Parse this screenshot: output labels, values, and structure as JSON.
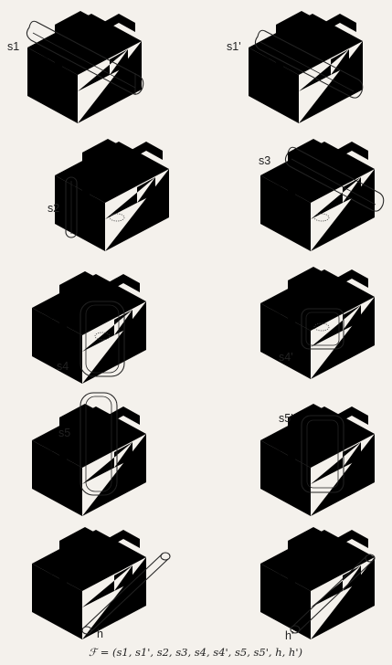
{
  "labels": {
    "s1": "s1",
    "s1p": "s1'",
    "s2": "s2",
    "s3": "s3",
    "s4": "s4",
    "s4p": "s4'",
    "s5": "s5",
    "s5p": "s5'",
    "h": "h",
    "hp": "h'"
  },
  "caption": "ℱ = (s1, s1', s2, s3, s4, s4', s5, s5', h, h')",
  "colors": {
    "background": "#f4f1ec",
    "ink": "#222222",
    "block_line": "#555555"
  }
}
